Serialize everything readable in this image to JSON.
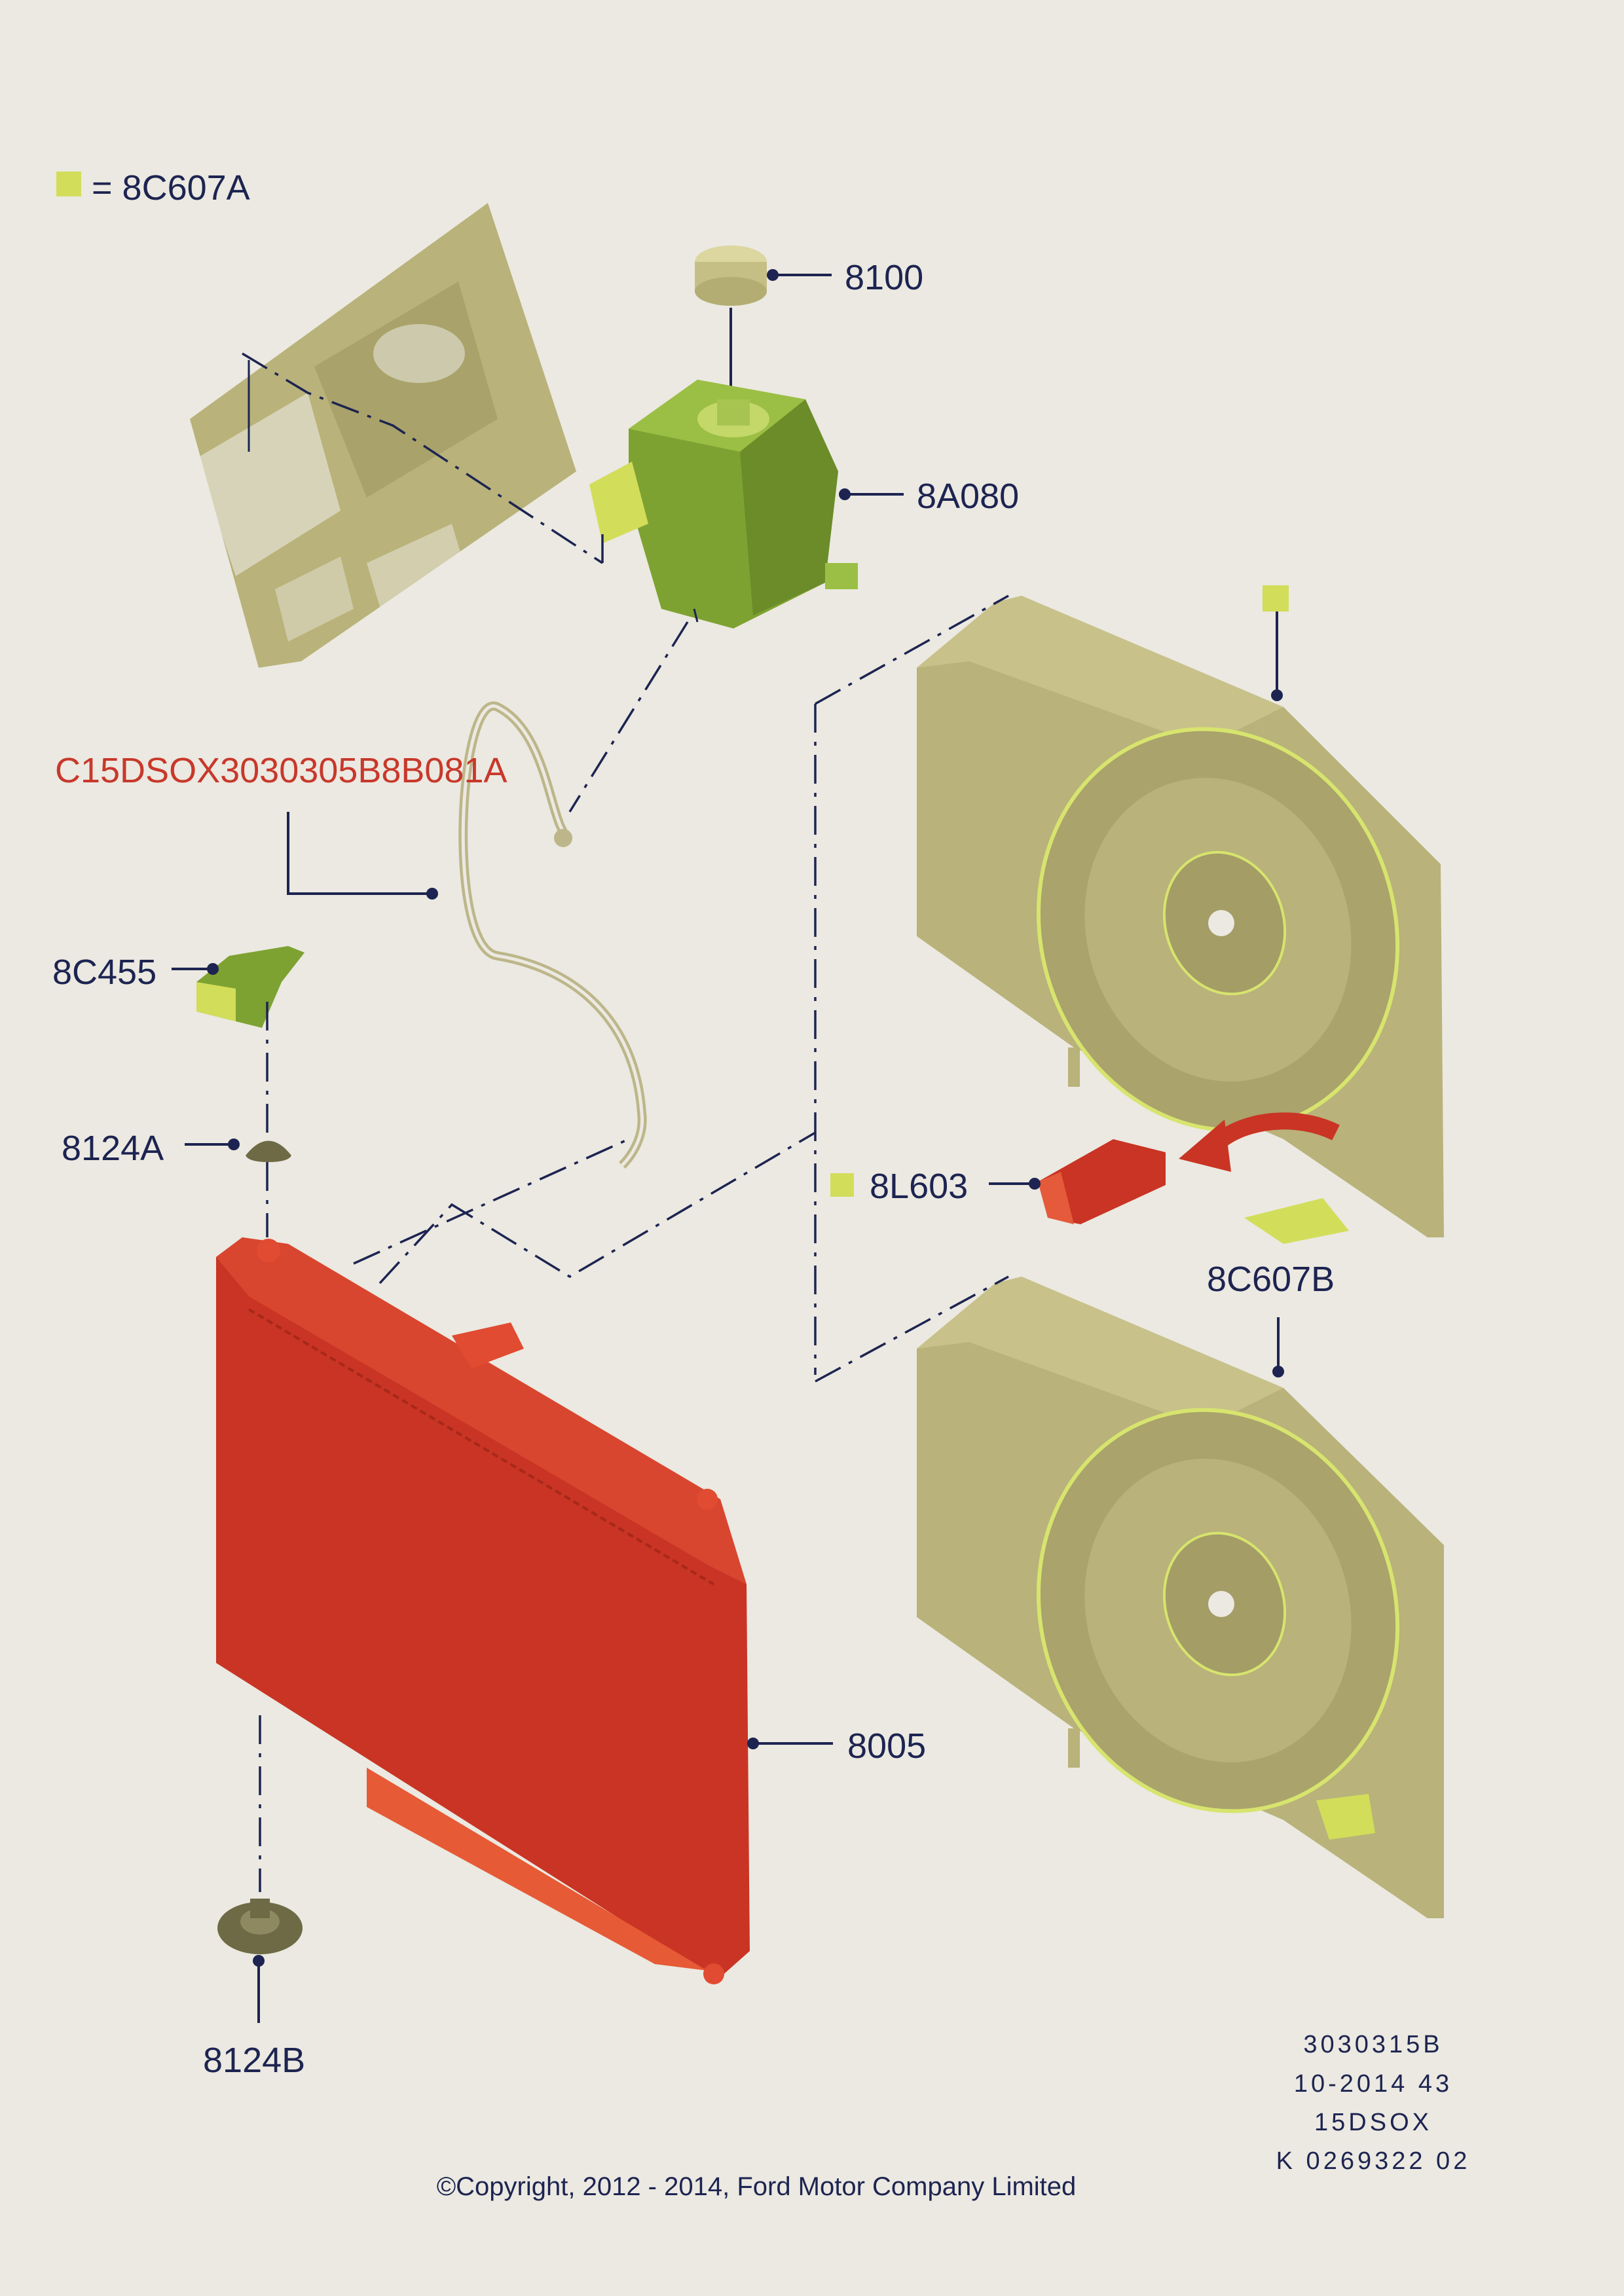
{
  "legend": {
    "label": "= 8C607A",
    "swatch_color": "#d2dd5a"
  },
  "callouts": {
    "cap": "8100",
    "tank": "8A080",
    "hose": "C15DSOX3030305B8B081A",
    "bracket": "8C455",
    "mount_top": "8124A",
    "fan_shroud_upper_marker": "",
    "connector": "8L603",
    "fan_shroud_lower": "8C607B",
    "radiator": "8005",
    "mount_bottom": "8124B"
  },
  "meta": {
    "code": "3030315B",
    "date": "10-2014 43",
    "model": "15DSOX",
    "ref": "K 0269322 02"
  },
  "copyright": "©Copyright, 2012 - 2014, Ford Motor Company Limited",
  "colors": {
    "background": "#ebe9e1",
    "callout_text": "#1d2451",
    "highlight_text": "#c8382b",
    "radiator": "#c93424",
    "tank": "#7ea231",
    "khaki_part": "#b9b27a",
    "yellow_marker": "#d2dd5a"
  },
  "icons": [
    "coolant-tank-icon",
    "radiator-icon",
    "fan-shroud-icon",
    "bracket-icon",
    "hose-icon",
    "connector-icon",
    "arrow-icon"
  ]
}
